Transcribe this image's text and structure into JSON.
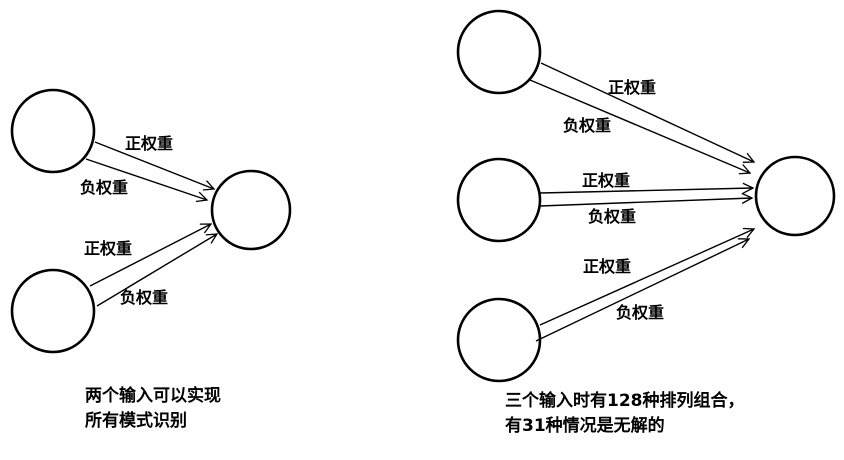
{
  "left": {
    "edge_labels": [
      "正权重",
      "负权重",
      "正权重",
      "负权重"
    ],
    "caption": [
      "两个输入可以实现",
      "所有模式识别"
    ]
  },
  "right": {
    "edge_labels": [
      "正权重",
      "负权重",
      "正权重",
      "负权重",
      "正权重",
      "负权重"
    ],
    "caption": [
      "三个输入时有128种排列组合，",
      "有31种情况是无解的"
    ]
  },
  "colors": {
    "ink": "#000000",
    "background": "#ffffff"
  }
}
